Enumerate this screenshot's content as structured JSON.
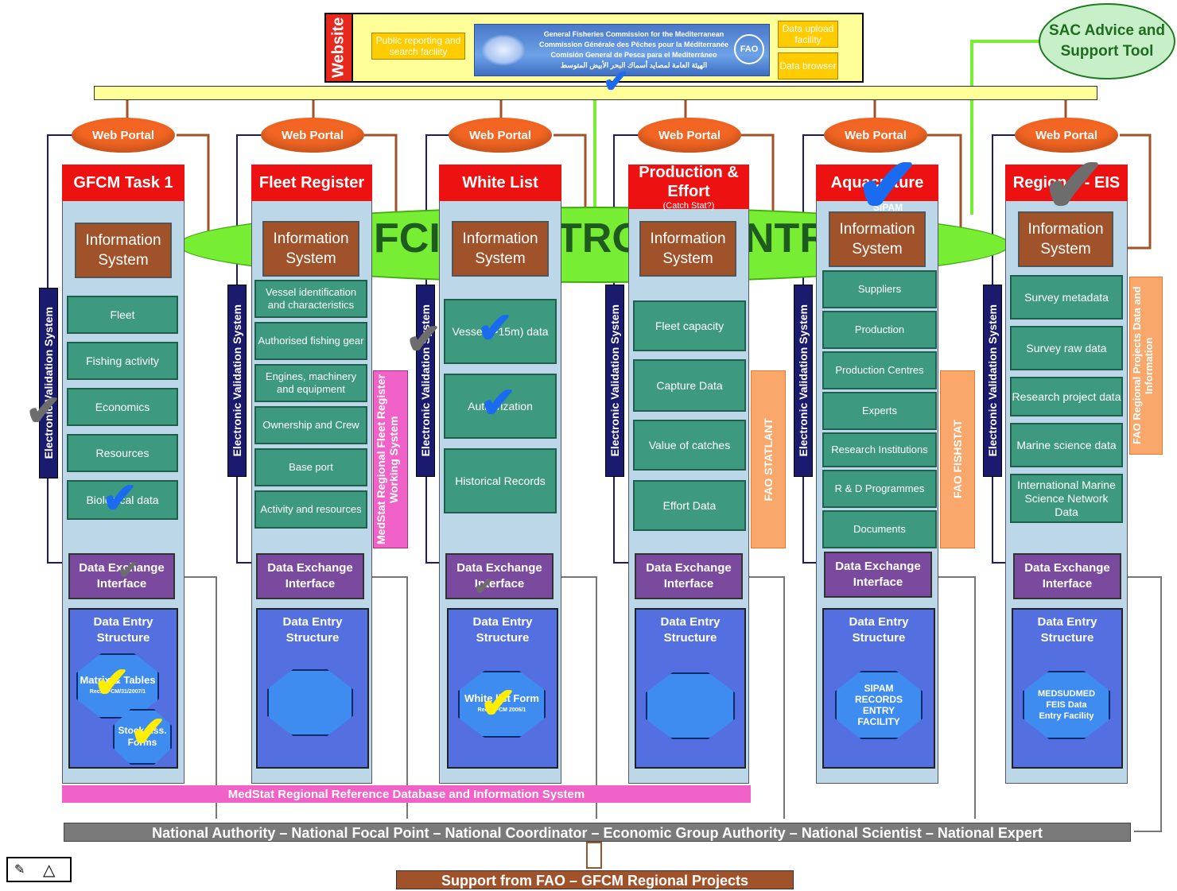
{
  "website": {
    "tab_label": "Website",
    "public_reporting": "Public reporting and search facility",
    "gfcm_banner_lines": [
      "General Fisheries Commission for the Mediterranean",
      "Commission Générale des Pêches pour la Méditerranée",
      "Comisión General de Pesca para el Mediterráneo"
    ],
    "gfcm_banner_arabic": "الهيئة العامة لمصايد أسماك البحر الأبيض المتوسط",
    "fao_seal": "FAO",
    "data_upload": "Data upload facility",
    "data_browser": "Data browser"
  },
  "sac": {
    "label": "SAC Advice and Support Tool"
  },
  "web_portal_label": "Web Portal",
  "information_system_label": "Information System",
  "electronic_validation_label": "Electronic Validation System",
  "data_exchange_label": "Data Exchange Interface",
  "data_entry_label": "Data Entry Structure",
  "band_letters": [
    "FCI",
    "TRO",
    "NTR"
  ],
  "columns": [
    {
      "title": "GFCM Task 1",
      "items": [
        "Fleet",
        "Fishing activity",
        "Economics",
        "Resources",
        "Biological data"
      ],
      "entry_shapes": [
        {
          "label": "Matrix & Tables",
          "sub": "Rec. GFCM/31/2007/1"
        },
        {
          "label": "Stock Ass. Forms",
          "sub": ""
        }
      ]
    },
    {
      "title": "Fleet Register",
      "items": [
        "Vessel identification and characteristics",
        "Authorised fishing gear",
        "Engines, machinery and equipment",
        "Ownership and Crew",
        "Base port",
        "Activity and resources"
      ],
      "entry_shapes": [
        {
          "label": "",
          "sub": ""
        }
      ]
    },
    {
      "title": "White List",
      "items": [
        "Vessel (>15m) data",
        "Authorization",
        "Historical Records"
      ],
      "entry_shapes": [
        {
          "label": "White list Form",
          "sub": "Rec. GFCM 2006/1"
        }
      ]
    },
    {
      "title": "Production & Effort",
      "subtitle": "(Catch Stat?)",
      "items": [
        "Fleet capacity",
        "Capture Data",
        "Value of catches",
        "Effort Data"
      ],
      "entry_shapes": [
        {
          "label": "",
          "sub": ""
        }
      ]
    },
    {
      "title": "Aquaculture",
      "badge": "SIPAM",
      "items": [
        "Suppliers",
        "Production",
        "Production Centres",
        "Experts",
        "Research Institutions",
        "R & D Programmes",
        "Documents"
      ],
      "entry_shapes": [
        {
          "label": "SIPAM RECORDS ENTRY FACILITY",
          "sub": ""
        }
      ]
    },
    {
      "title": "Regional - EIS",
      "items": [
        "Survey metadata",
        "Survey raw data",
        "Research project data",
        "Marine science data",
        "International Marine Science Network Data"
      ],
      "entry_shapes": [
        {
          "label": "MEDSUDMED FEIS Data Entry Facility",
          "sub": ""
        }
      ]
    }
  ],
  "side_boxes": {
    "medstat_fleet": "MedStat Regional Fleet Register Working System",
    "fao_statlant": "FAO STATLANT",
    "fao_fishstat": "FAO FISHSTAT",
    "fao_regional": "FAO Regional Projects Data and Information"
  },
  "medstat_bar": "MedStat Regional Reference Database and Information System",
  "national_bar": "National Authority – National Focal Point – National Coordinator – Economic Group Authority – National Scientist – National Expert",
  "support_bar": "Support from FAO – GFCM  Regional Projects",
  "colors": {
    "portal": "#f26522",
    "title_red": "#ee1111",
    "info_brown": "#a0532a",
    "teal": "#3e9a7e",
    "dei_purple": "#7a4a9e",
    "des_blue": "#5470e0",
    "green_band": "#77ee33"
  }
}
